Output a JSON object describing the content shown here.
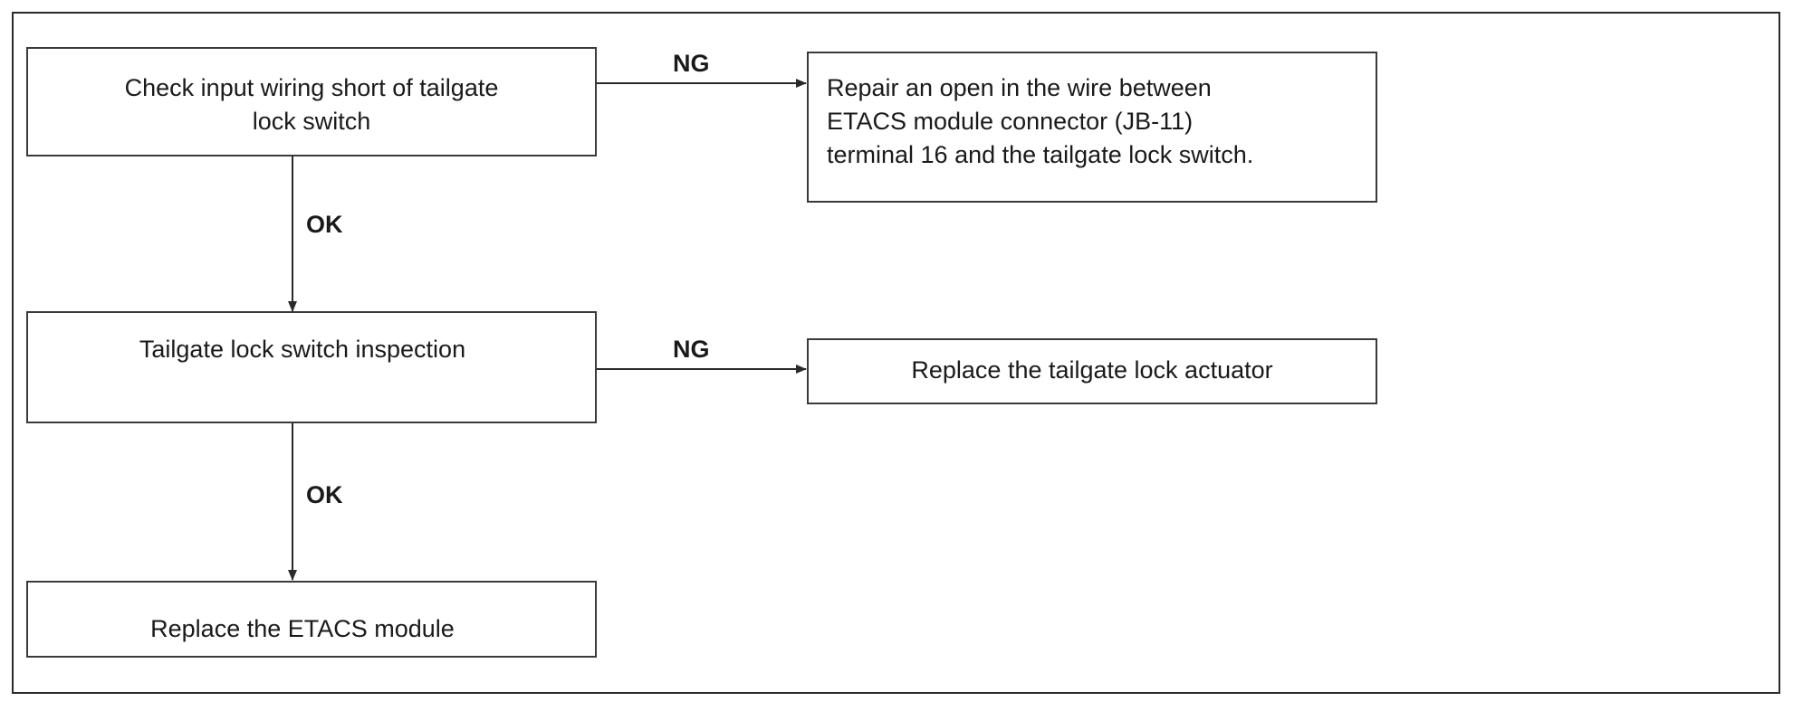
{
  "boxes": {
    "check_wiring": "Check input wiring short of tailgate\nlock switch",
    "repair_open": "Repair an open in the wire between\nETACS module connector (JB-11)\nterminal 16 and the tailgate lock switch.",
    "switch_inspection": "Tailgate lock switch inspection",
    "replace_actuator": "Replace the tailgate lock actuator",
    "replace_etacs": "Replace the ETACS module"
  },
  "labels": {
    "ng_1": "NG",
    "ok_1": "OK",
    "ng_2": "NG",
    "ok_2": "OK"
  }
}
